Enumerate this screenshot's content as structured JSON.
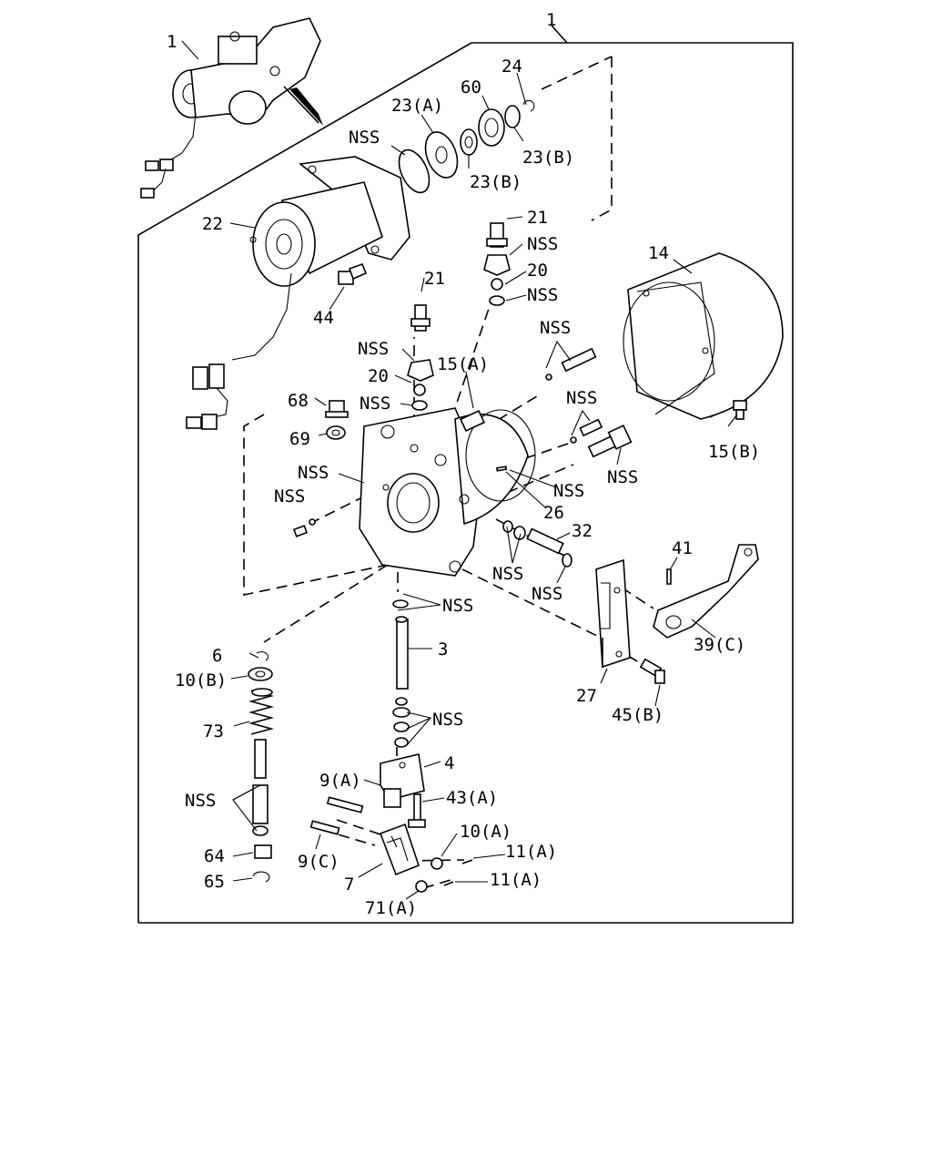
{
  "diagram": {
    "labels": {
      "assy_main": "1",
      "assy_thumb": "1",
      "l24": "24",
      "l60": "60",
      "l23a": "23(A)",
      "l23b_1": "23(B)",
      "l23b_2": "23(B)",
      "nss_oring": "NSS",
      "l22": "22",
      "l21_top": "21",
      "nss_nut_top": "NSS",
      "l20_top": "20",
      "nss_washer_top": "NSS",
      "l14": "14",
      "l44": "44",
      "l21_mid": "21",
      "nss_pins": "NSS",
      "nss_nut_mid": "NSS",
      "l15a": "15(A)",
      "l20_mid": "20",
      "l68": "68",
      "nss_washer_mid": "NSS",
      "nss_pin2": "NSS",
      "l69": "69",
      "l15b": "15(B)",
      "nss_housing": "NSS",
      "nss_sleeve": "NSS",
      "nss_setscrew": "NSS",
      "nss_26": "NSS",
      "l26": "26",
      "l32": "32",
      "l41": "41",
      "nss_washers_left": "NSS",
      "nss_washer_right": "NSS",
      "nss_bottom_oring": "NSS",
      "l39c": "39(C)",
      "l6": "6",
      "l3": "3",
      "l10b": "10(B)",
      "l27": "27",
      "l45b": "45(B)",
      "l73": "73",
      "nss_stack": "NSS",
      "l4": "4",
      "l9a": "9(A)",
      "nss_valve": "NSS",
      "l43a": "43(A)",
      "l10a": "10(A)",
      "l11a_1": "11(A)",
      "l64": "64",
      "l9c": "9(C)",
      "l11a_2": "11(A)",
      "l65": "65",
      "l7": "7",
      "l71a": "71(A)"
    }
  }
}
